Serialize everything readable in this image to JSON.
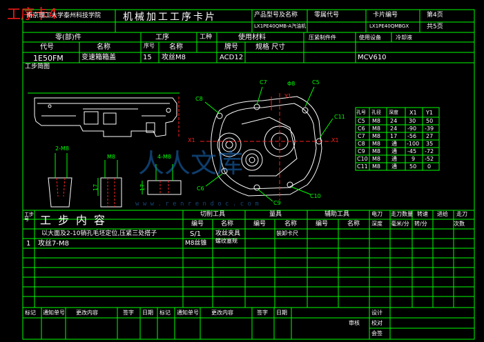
{
  "overlay_title": "工序卡4",
  "header": {
    "school": "南京理工大学泰州科技学院",
    "card_title": "机械加工工序卡片",
    "product_model_label": "产品型号及名称",
    "part_code_label": "零属代号",
    "card_number_label": "卡片编号",
    "page_label": "第4页",
    "product_model_value": "LX1PE40QMB-A汽油机",
    "card_number_value": "LX1PE40QMBGX",
    "total_pages_label": "共5页"
  },
  "info_row": {
    "part_label": "零(部)件",
    "process_label": "工序",
    "work_type_label": "工种",
    "material_label": "使用材料",
    "fixture_label": "压紧制件件",
    "equipment_label": "使用设备",
    "coolant_label": "冷却液",
    "code_label": "代号",
    "name_label": "名称",
    "seq_label": "序号",
    "proc_name_label": "名称",
    "grade_label": "牌号",
    "spec_label": "规格 尺寸",
    "code_value": "1E50FM",
    "name_value": "变速箱箱盖",
    "seq_value": "15",
    "proc_name_value": "攻丝M8",
    "grade_value": "ACD12",
    "equipment_value": "MCV610"
  },
  "sketch_label": "工步简图",
  "drawing_labels": {
    "c5": "C5",
    "c7": "C7",
    "c8": "C8",
    "c6": "C6",
    "c9": "C9",
    "c10": "C10",
    "c11": "C11",
    "y1_top": "Y1",
    "x1_left": "X1",
    "x1_right": "X1",
    "phi8": "Φ8",
    "dim_2m8": "2-M8",
    "dim_m8": "M8",
    "dim_4m8": "4-M8",
    "dim_17a": "17",
    "dim_17b": "17",
    "watermark_text": "人人文库",
    "watermark_url": "w w w . r e n r e n d o c . c o m"
  },
  "coord_table": {
    "headers": [
      "孔号",
      "孔径",
      "深度",
      "X1",
      "Y1"
    ],
    "rows": [
      [
        "C5",
        "M8",
        "24",
        "30",
        "50"
      ],
      [
        "C6",
        "M8",
        "24",
        "-90",
        "-39"
      ],
      [
        "C7",
        "M8",
        "17",
        "-56",
        "27"
      ],
      [
        "C8",
        "M8",
        "通",
        "-100",
        "35"
      ],
      [
        "C9",
        "M8",
        "通",
        "-45",
        "-72"
      ],
      [
        "C10",
        "M8",
        "通",
        "9",
        "-52"
      ],
      [
        "C11",
        "M8",
        "通",
        "50",
        "0"
      ]
    ]
  },
  "process_table": {
    "step_no_label": "工步号",
    "content_header": "工步内容",
    "cutting_tool_label": "切削工具",
    "gauge_label": "量具",
    "aux_tool_label": "辅助工具",
    "code_col": "编号",
    "name_col": "名称",
    "power_label": "电刀",
    "spindle_label": "走刀数量",
    "feed_label": "转速",
    "speed_label": "进给",
    "cut_label": "走刀",
    "unit1": "深度",
    "unit2": "毫米/分",
    "unit3": "转/分",
    "unit4": "次数",
    "row0_content": "以大面及2-10销孔毛坯定位,压紧三处搭子",
    "row0_code": "S/1",
    "row0_name": "攻丝夹具",
    "row0_aux": "装卸卡尺",
    "row1_no": "1",
    "row1_content": "攻丝7-M8",
    "row1_tool": "M8丝锥",
    "row1_gauge": "螺纹塞规"
  },
  "footer": {
    "cells": [
      "标记",
      "通知单号",
      "更改内容",
      "签字",
      "日期",
      "标记",
      "通知单号",
      "更改内容",
      "签字",
      "日期"
    ],
    "design": "设计",
    "check": "校对",
    "review": "审核",
    "approve": "会签"
  }
}
